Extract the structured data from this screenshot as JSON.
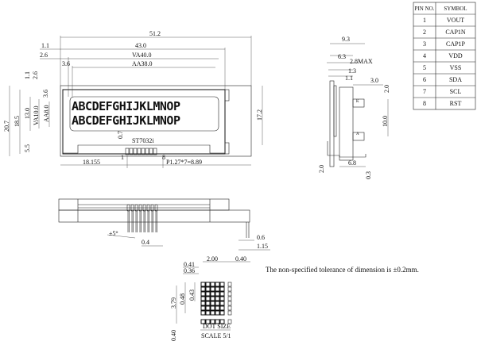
{
  "front_view": {
    "dims": {
      "overall_width": "51.2",
      "pcb_width": "43.0",
      "va_width": "VA40.0",
      "aa_width": "AA38.0",
      "left_1": "1.1",
      "left_2": "2.6",
      "left_3": "3.6",
      "top_1": "1.1",
      "top_2": "2.6",
      "top_3": "3.6",
      "height_total": "20.7",
      "height_185": "18.5",
      "height_13": "13.0",
      "va_height": "VA10.0",
      "aa_height": "AA8.0",
      "bottom_55": "5.5",
      "gap_07": "0.7",
      "right_height": "17.2",
      "pin_offset": "18.155",
      "pitch": "P1.27*7=8.89",
      "pin_first": "1",
      "pin_last": "8"
    },
    "controller": "ST7032i",
    "display_rows": [
      "ABCDEFGHIJKLMNOP",
      "ABCDEFGHIJKLMNOP"
    ]
  },
  "side_view": {
    "dims": {
      "d93": "9.3",
      "d63": "6.3",
      "d28": "2.8MAX",
      "d13": "1.3",
      "d11": "1.1",
      "d30": "3.0",
      "d20a": "2.0",
      "d100": "10.0",
      "d68": "6.8",
      "d20b": "2.0",
      "d03": "0.3"
    },
    "label_k": "K",
    "label_a": "A"
  },
  "bottom_view": {
    "dims": {
      "angle": "±5°",
      "d04": "0.4",
      "d06": "0.6",
      "d115": "1.15"
    }
  },
  "dot_size": {
    "dims": {
      "d041": "0.41",
      "d036": "0.36",
      "d200": "2.00",
      "d040a": "0.40",
      "d379": "3.79",
      "d048": "0.48",
      "d043": "0.43",
      "d040b": "0.40"
    },
    "title": "DOT SIZE",
    "scale": "SCALE 5/1"
  },
  "note": "The non-specified tolerance of dimension is ±0.2mm.",
  "pin_table": {
    "headers": [
      "PIN NO.",
      "SYMBOL"
    ],
    "rows": [
      [
        "1",
        "VOUT"
      ],
      [
        "2",
        "CAP1N"
      ],
      [
        "3",
        "CAP1P"
      ],
      [
        "4",
        "VDD"
      ],
      [
        "5",
        "VSS"
      ],
      [
        "6",
        "SDA"
      ],
      [
        "7",
        "SCL"
      ],
      [
        "8",
        "RST"
      ]
    ]
  }
}
